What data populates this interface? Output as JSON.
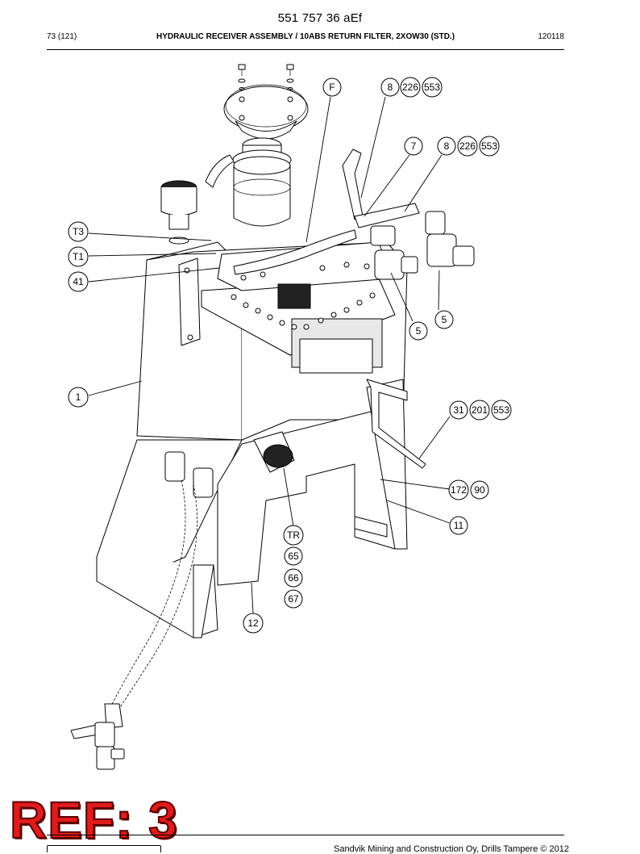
{
  "header": {
    "doc_number": "551 757 36 aEf",
    "page": "73 (121)",
    "title": "HYDRAULIC RECEIVER ASSEMBLY / 10ABS RETURN FILTER, 2XOW30 (STD.)",
    "date": "120118"
  },
  "callouts": [
    {
      "id": "F",
      "label": "F"
    },
    {
      "id": "8a",
      "label": "8"
    },
    {
      "id": "226a",
      "label": "226"
    },
    {
      "id": "553a",
      "label": "553"
    },
    {
      "id": "7",
      "label": "7"
    },
    {
      "id": "8b",
      "label": "8"
    },
    {
      "id": "226b",
      "label": "226"
    },
    {
      "id": "553b",
      "label": "553"
    },
    {
      "id": "T3",
      "label": "T3"
    },
    {
      "id": "T1",
      "label": "T1"
    },
    {
      "id": "41",
      "label": "41"
    },
    {
      "id": "5a",
      "label": "5"
    },
    {
      "id": "5b",
      "label": "5"
    },
    {
      "id": "1",
      "label": "1"
    },
    {
      "id": "31",
      "label": "31"
    },
    {
      "id": "201",
      "label": "201"
    },
    {
      "id": "553c",
      "label": "553"
    },
    {
      "id": "172",
      "label": "172"
    },
    {
      "id": "90",
      "label": "90"
    },
    {
      "id": "11",
      "label": "11"
    },
    {
      "id": "TR",
      "label": "TR"
    },
    {
      "id": "65",
      "label": "65"
    },
    {
      "id": "66",
      "label": "66"
    },
    {
      "id": "67",
      "label": "67"
    },
    {
      "id": "12",
      "label": "12"
    }
  ],
  "stamp": {
    "text": "REF: 3",
    "color": "#e01b1b"
  },
  "footer": {
    "text": "Sandvik Mining and Construction Oy, Drills Tampere © 2012"
  }
}
